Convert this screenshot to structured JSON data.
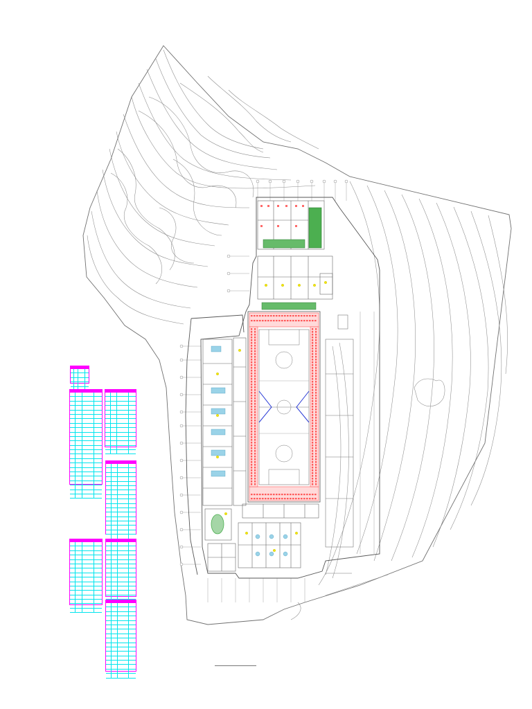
{
  "drawing": {
    "caption": "",
    "colors": {
      "line": "#6f6f6f",
      "seat_red": "#ff5a5a",
      "green_area": "#4caf50",
      "table_border": "#ff00ff",
      "table_grid": "#00e5ee",
      "court_blue": "#2a3bd6",
      "yellow_mark": "#f2e600"
    },
    "legend_tables": [
      {
        "id": "legend-small",
        "rows": 5
      },
      {
        "id": "schedule-a",
        "rows": 22
      },
      {
        "id": "schedule-b",
        "rows": 12
      },
      {
        "id": "schedule-c",
        "rows": 17
      },
      {
        "id": "schedule-d",
        "rows": 12
      },
      {
        "id": "schedule-e",
        "rows": 15
      },
      {
        "id": "schedule-f",
        "rows": 13
      }
    ]
  }
}
